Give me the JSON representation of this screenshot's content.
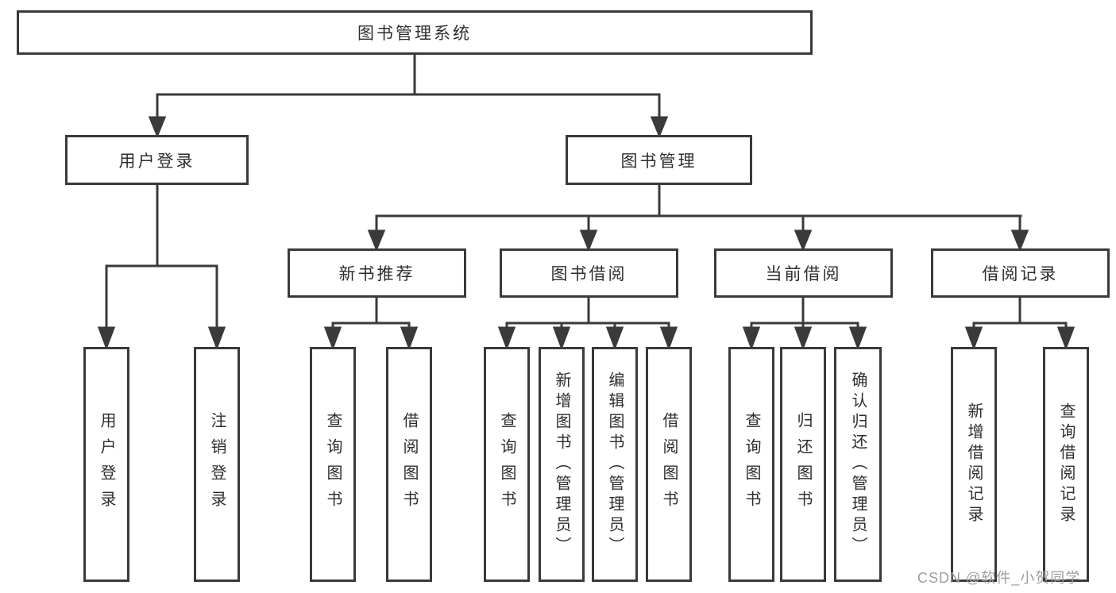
{
  "diagram_title": "图书管理系统",
  "tree": {
    "label": "图书管理系统",
    "children": [
      {
        "label": "用户登录",
        "children": [
          {
            "label": "用户登录"
          },
          {
            "label": "注销登录"
          }
        ]
      },
      {
        "label": "图书管理",
        "children": [
          {
            "label": "新书推荐",
            "children": [
              {
                "label": "查询图书"
              },
              {
                "label": "借阅图书"
              }
            ]
          },
          {
            "label": "图书借阅",
            "children": [
              {
                "label": "查询图书"
              },
              {
                "label": "新增图书（管理员）"
              },
              {
                "label": "编辑图书（管理员）"
              },
              {
                "label": "借阅图书"
              }
            ]
          },
          {
            "label": "当前借阅",
            "children": [
              {
                "label": "查询图书"
              },
              {
                "label": "归还图书"
              },
              {
                "label": "确认归还（管理员）"
              }
            ]
          },
          {
            "label": "借阅记录",
            "children": [
              {
                "label": "新增借阅记录"
              },
              {
                "label": "查询借阅记录"
              }
            ]
          }
        ]
      }
    ]
  },
  "watermark": "CSDN @软件_小贺同学",
  "colors": {
    "line": "#3a3a3a",
    "box_border": "#3a3a3a",
    "text": "#2e2e2e",
    "watermark_text": "#9e9e9e",
    "background": "#ffffff"
  }
}
